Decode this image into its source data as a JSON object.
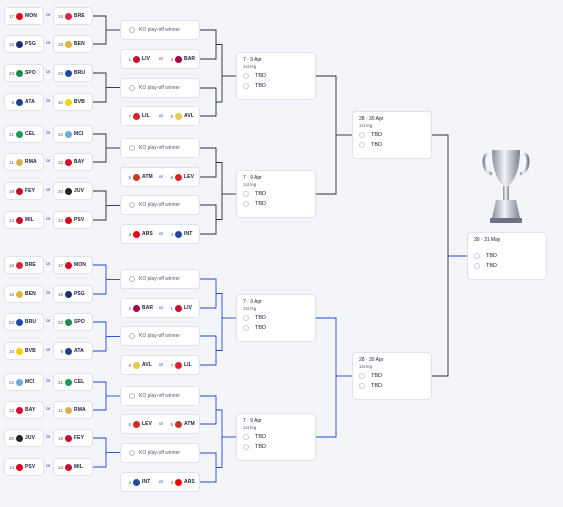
{
  "or_label": "or",
  "ko_label": "KO play-off winner",
  "qf": {
    "date": "7 · 9 Apr",
    "leg": "1st leg",
    "tbd": "TBD"
  },
  "sf": {
    "date": "28 · 30 Apr",
    "leg": "1st leg",
    "tbd": "TBD"
  },
  "final": {
    "date": "30 · 31 May",
    "tbd": "TBD"
  },
  "colors": {
    "accent": "#2840b8",
    "line_top": "#2a2d3e",
    "line_bottom": "#2246d6",
    "MON": "#e2001a",
    "BRE": "#d8273b",
    "PSG": "#1a2f6e",
    "BEN": "#e4b23a",
    "SPO": "#1f8a4c",
    "BRU": "#1c4aa8",
    "ATA": "#1e3f8a",
    "BVB": "#f6d000",
    "CEL": "#1a9b5a",
    "MCI": "#6cabdd",
    "RMA": "#d6b24e",
    "BAY": "#dc052d",
    "FEY": "#c4102a",
    "JUV": "#222222",
    "MIL": "#c8102e",
    "PSV": "#e2001a",
    "LIV": "#c8102e",
    "BAR": "#a50044",
    "LIL": "#e01e2c",
    "AVL": "#e6c84a",
    "ATM": "#cb3524",
    "LEV": "#e32221",
    "ARS": "#ef0107",
    "INT": "#1e4aa0"
  },
  "top_left_pairs": [
    {
      "a": {
        "seed": "17",
        "code": "MON"
      },
      "b": {
        "seed": "18",
        "code": "BRE"
      }
    },
    {
      "a": {
        "seed": "15",
        "code": "PSG"
      },
      "b": {
        "seed": "16",
        "code": "BEN"
      }
    },
    {
      "a": {
        "seed": "23",
        "code": "SPO"
      },
      "b": {
        "seed": "24",
        "code": "BRU"
      }
    },
    {
      "a": {
        "seed": "9",
        "code": "ATA"
      },
      "b": {
        "seed": "10",
        "code": "BVB"
      }
    },
    {
      "a": {
        "seed": "21",
        "code": "CEL"
      },
      "b": {
        "seed": "22",
        "code": "MCI"
      }
    },
    {
      "a": {
        "seed": "11",
        "code": "RMA"
      },
      "b": {
        "seed": "12",
        "code": "BAY"
      }
    },
    {
      "a": {
        "seed": "19",
        "code": "FEY"
      },
      "b": {
        "seed": "20",
        "code": "JUV"
      }
    },
    {
      "a": {
        "seed": "13",
        "code": "MIL"
      },
      "b": {
        "seed": "14",
        "code": "PSV"
      }
    }
  ],
  "bottom_left_pairs": [
    {
      "a": {
        "seed": "18",
        "code": "BRE"
      },
      "b": {
        "seed": "17",
        "code": "MON"
      }
    },
    {
      "a": {
        "seed": "16",
        "code": "BEN"
      },
      "b": {
        "seed": "15",
        "code": "PSG"
      }
    },
    {
      "a": {
        "seed": "24",
        "code": "BRU"
      },
      "b": {
        "seed": "23",
        "code": "SPO"
      }
    },
    {
      "a": {
        "seed": "10",
        "code": "BVB"
      },
      "b": {
        "seed": "9",
        "code": "ATA"
      }
    },
    {
      "a": {
        "seed": "22",
        "code": "MCI"
      },
      "b": {
        "seed": "21",
        "code": "CEL"
      }
    },
    {
      "a": {
        "seed": "12",
        "code": "BAY"
      },
      "b": {
        "seed": "11",
        "code": "RMA"
      }
    },
    {
      "a": {
        "seed": "20",
        "code": "JUV"
      },
      "b": {
        "seed": "19",
        "code": "FEY"
      }
    },
    {
      "a": {
        "seed": "14",
        "code": "PSV"
      },
      "b": {
        "seed": "13",
        "code": "MIL"
      }
    }
  ],
  "top_r16_pairs": [
    {
      "a": {
        "seed": "1",
        "code": "LIV"
      },
      "b": {
        "seed": "2",
        "code": "BAR"
      }
    },
    {
      "a": {
        "seed": "7",
        "code": "LIL"
      },
      "b": {
        "seed": "8",
        "code": "AVL"
      }
    },
    {
      "a": {
        "seed": "5",
        "code": "ATM"
      },
      "b": {
        "seed": "6",
        "code": "LEV"
      }
    },
    {
      "a": {
        "seed": "3",
        "code": "ARS"
      },
      "b": {
        "seed": "4",
        "code": "INT"
      }
    }
  ],
  "bottom_r16_pairs": [
    {
      "a": {
        "seed": "2",
        "code": "BAR"
      },
      "b": {
        "seed": "1",
        "code": "LIV"
      }
    },
    {
      "a": {
        "seed": "8",
        "code": "AVL"
      },
      "b": {
        "seed": "7",
        "code": "LIL"
      }
    },
    {
      "a": {
        "seed": "6",
        "code": "LEV"
      },
      "b": {
        "seed": "5",
        "code": "ATM"
      }
    },
    {
      "a": {
        "seed": "4",
        "code": "INT"
      },
      "b": {
        "seed": "3",
        "code": "ARS"
      }
    }
  ]
}
